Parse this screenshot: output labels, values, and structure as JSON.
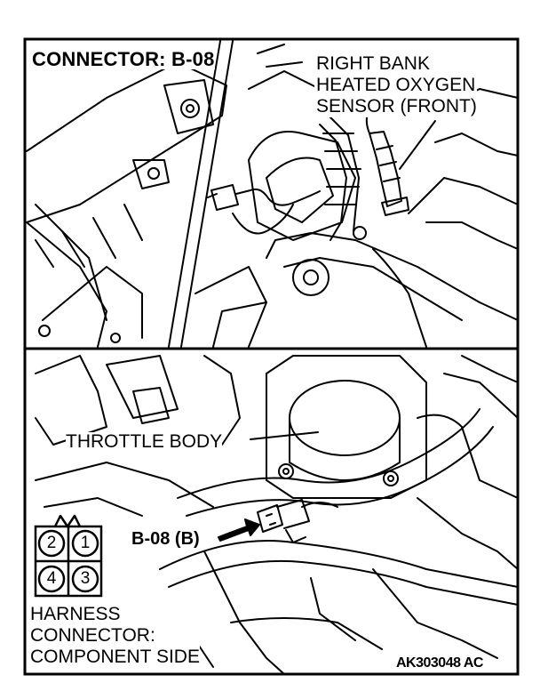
{
  "labels": {
    "connector_title": "CONNECTOR: B-08",
    "sensor_lines": [
      "RIGHT BANK",
      "HEATED OXYGEN",
      "SENSOR (FRONT)"
    ],
    "throttle_body": "THROTTLE BODY",
    "connector_callout": "B-08 (B)",
    "harness_lines": [
      "HARNESS",
      "CONNECTOR:",
      "COMPONENT SIDE"
    ],
    "figure_id": "AK303048 AC"
  },
  "connector_pins": [
    "2",
    "1",
    "4",
    "3"
  ]
}
